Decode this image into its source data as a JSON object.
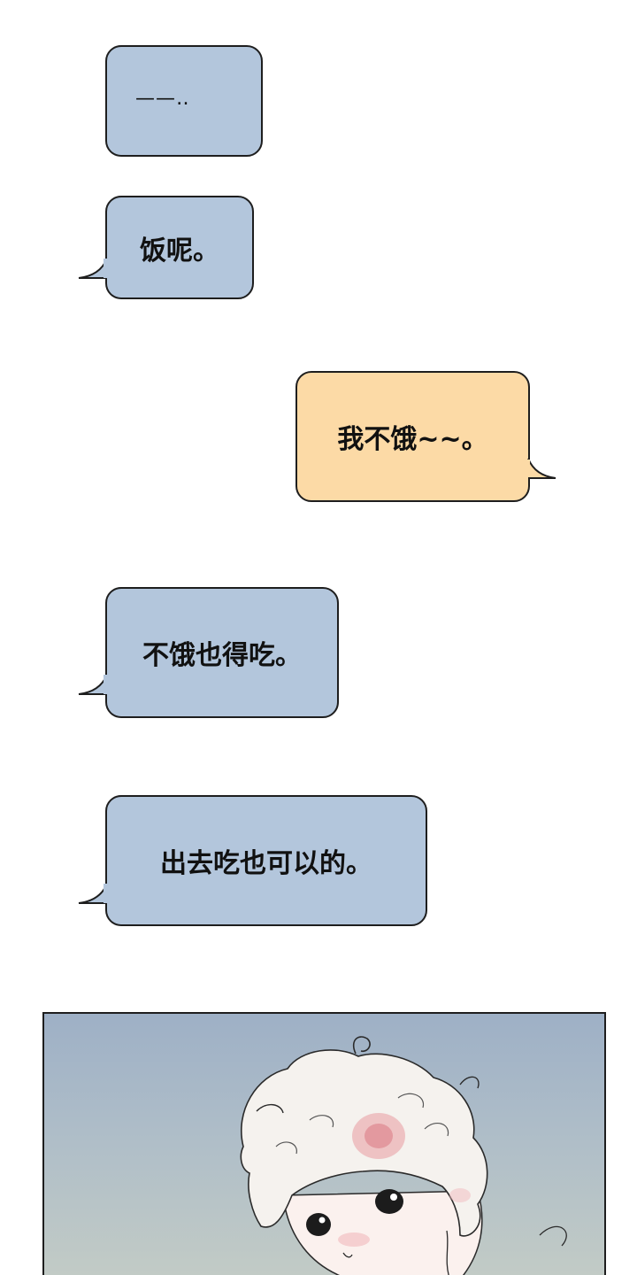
{
  "bubbles": [
    {
      "text": "——‥",
      "color": "#b3c6dc"
    },
    {
      "text": "饭呢。",
      "color": "#b3c6dc"
    },
    {
      "text": "我不饿~~。",
      "color": "#fcdaa6"
    },
    {
      "text": "不饿也得吃。",
      "color": "#b3c6dc"
    },
    {
      "text": "出去吃也可以的。",
      "color": "#b3c6dc"
    }
  ],
  "panel": {
    "sky_top_color": "#9eb0c6",
    "sky_bottom_color": "#c2cbc6",
    "hair_color": "#f4f1ec",
    "blush_color": "#e79aa0"
  }
}
